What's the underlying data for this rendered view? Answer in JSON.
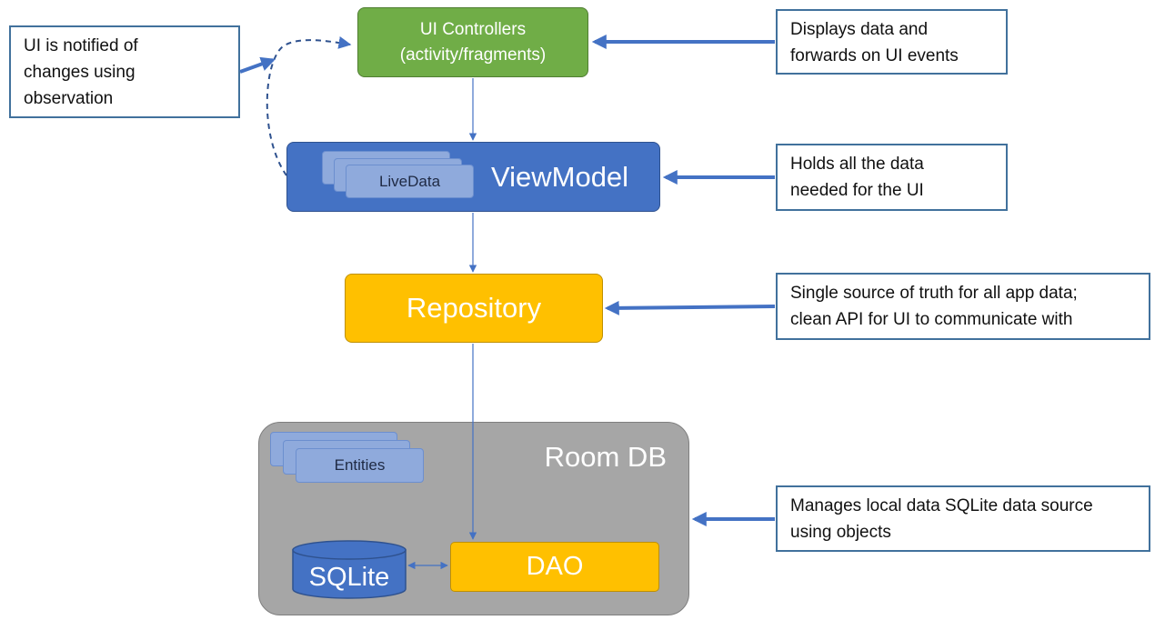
{
  "diagram": {
    "ui_controllers": {
      "line1": "UI Controllers",
      "line2": "(activity/fragments)"
    },
    "viewmodel": {
      "label": "ViewModel",
      "livedata_label": "LiveData"
    },
    "repository": {
      "label": "Repository"
    },
    "room_db": {
      "label": "Room DB",
      "entities_label": "Entities",
      "sqlite_label": "SQLite",
      "dao_label": "DAO"
    }
  },
  "notes": {
    "observation": "UI is notified of\nchanges using\nobservation",
    "ui_controllers": "Displays data and\nforwards on UI events",
    "viewmodel": "Holds all the data\nneeded for the UI",
    "repository": "Single source of truth for all app data;\nclean API for UI to communicate with",
    "room_db": "Manages local data SQLite data source\nusing objects"
  },
  "colors": {
    "ui_controllers": "#70ad47",
    "viewmodel": "#4472c4",
    "repository": "#ffc000",
    "room_db": "#a6a6a6",
    "livedata": "#8faadc",
    "note_border": "#41719c",
    "arrow": "#4472c4"
  }
}
